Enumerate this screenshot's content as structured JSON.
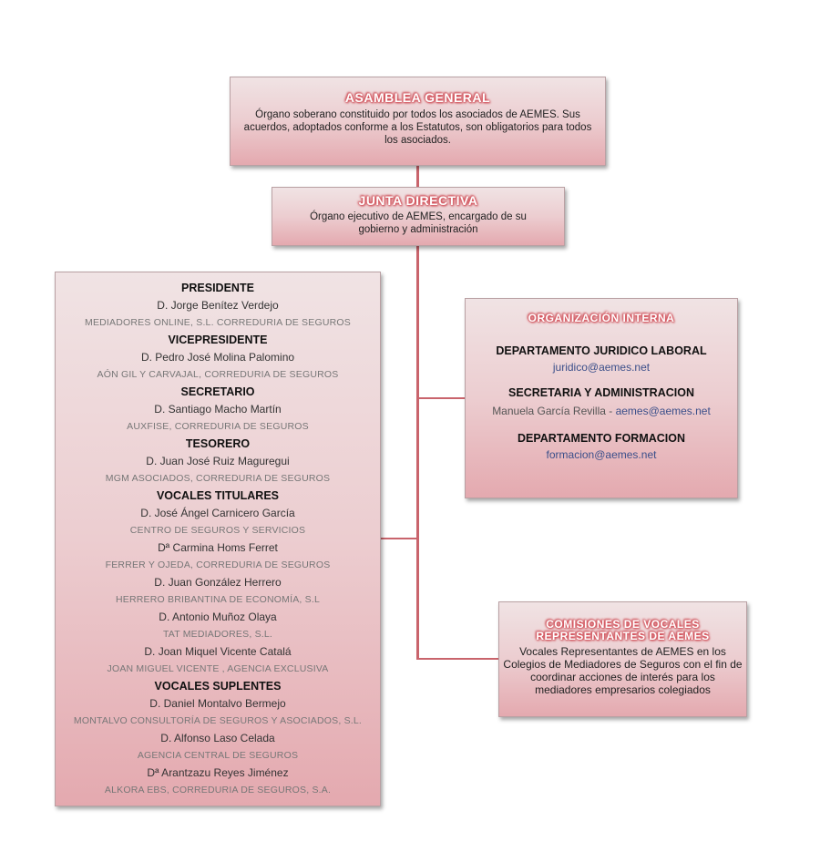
{
  "asamblea": {
    "title": "ASAMBLEA GENERAL",
    "description": "Órgano soberano constituido por todos los asociados de AEMES. Sus acuerdos, adoptados conforme a los Estatutos, son obligatorios para todos los asociados."
  },
  "junta": {
    "title": "JUNTA DIRECTIVA",
    "description": "Órgano ejecutivo de AEMES, encargado de su gobierno y administración"
  },
  "board": {
    "lines": [
      {
        "type": "role",
        "text": "PRESIDENTE"
      },
      {
        "type": "name",
        "text": "D. Jorge Benítez Verdejo"
      },
      {
        "type": "comp",
        "text": "MEDIADORES ONLINE, S.L.  CORREDURIA DE SEGUROS"
      },
      {
        "type": "role",
        "text": "VICEPRESIDENTE"
      },
      {
        "type": "name",
        "text": "D. Pedro José Molina Palomino"
      },
      {
        "type": "comp",
        "text": "AÓN GIL Y CARVAJAL, CORREDURIA DE SEGUROS"
      },
      {
        "type": "role",
        "text": "SECRETARIO"
      },
      {
        "type": "name",
        "text": "D. Santiago Macho Martín"
      },
      {
        "type": "comp",
        "text": "AUXFISE, CORREDURIA DE SEGUROS"
      },
      {
        "type": "role",
        "text": "TESORERO"
      },
      {
        "type": "name",
        "text": "D. Juan José Ruiz  Maguregui"
      },
      {
        "type": "comp",
        "text": "MGM ASOCIADOS, CORREDURIA DE SEGUROS"
      },
      {
        "type": "role",
        "text": "VOCALES TITULARES"
      },
      {
        "type": "name",
        "text": "D. José Ángel Carnicero García"
      },
      {
        "type": "comp",
        "text": "CENTRO DE SEGUROS Y SERVICIOS"
      },
      {
        "type": "name",
        "text": "Dª Carmina Homs Ferret"
      },
      {
        "type": "comp",
        "text": "FERRER Y OJEDA, CORREDURIA DE SEGUROS"
      },
      {
        "type": "name",
        "text": "D. Juan González Herrero"
      },
      {
        "type": "comp",
        "text": "HERRERO BRIBANTINA DE ECONOMÍA, S.L"
      },
      {
        "type": "name",
        "text": "D. Antonio Muñoz Olaya"
      },
      {
        "type": "comp",
        "text": "TAT MEDIADORES, S.L."
      },
      {
        "type": "name",
        "text": "D. Joan Miquel Vicente Catalá"
      },
      {
        "type": "comp",
        "text": "JOAN MIGUEL VICENTE , AGENCIA EXCLUSIVA"
      },
      {
        "type": "role",
        "text": "VOCALES SUPLENTES"
      },
      {
        "type": "name",
        "text": "D. Daniel Montalvo Bermejo"
      },
      {
        "type": "comp",
        "text": "MONTALVO  CONSULTORÍA DE SEGUROS Y ASOCIADOS, S.L."
      },
      {
        "type": "name",
        "text": "D. Alfonso Laso Celada"
      },
      {
        "type": "comp",
        "text": "AGENCIA CENTRAL DE SEGUROS"
      },
      {
        "type": "name",
        "text": "Dª Arantzazu Reyes Jiménez"
      },
      {
        "type": "comp",
        "text": "ALKORA EBS, CORREDURIA DE SEGUROS, S.A."
      }
    ]
  },
  "organizacion": {
    "title": "ORGANIZACIÓN INTERNA",
    "dept1": "DEPARTAMENTO JURIDICO LABORAL",
    "dept1_email": "juridico@aemes.net",
    "dept2": "SECRETARIA Y ADMINISTRACION",
    "dept2_contact": "Manuela García Revilla - ",
    "dept2_email": "aemes@aemes.net",
    "dept3": "DEPARTAMENTO FORMACION",
    "dept3_email": "formacion@aemes.net"
  },
  "comisiones": {
    "title": "COMISIONES DE VOCALES REPRESENTANTES DE AEMES",
    "description": "Vocales Representantes de AEMES en los Colegios de Mediadores de Seguros con el fin de coordinar acciones de interés para los mediadores empresarios colegiados"
  },
  "colors": {
    "connector": "#c9646c",
    "title_glow": "#d9535c",
    "email": "#3b4f8a"
  }
}
